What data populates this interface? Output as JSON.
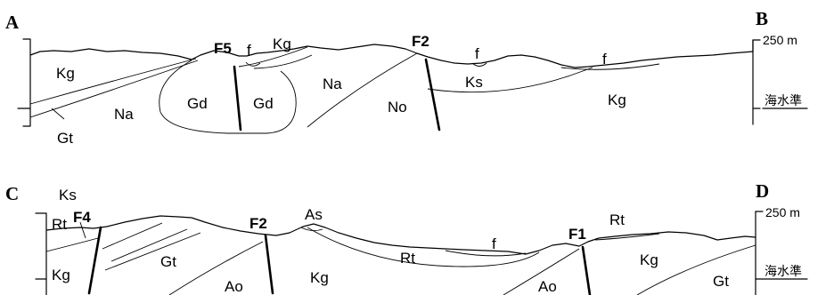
{
  "section_ab": {
    "end_left": "A",
    "end_right": "B",
    "faults": [
      "F5",
      "F2"
    ],
    "units": {
      "kg_left": "Kg",
      "kg_top": "Kg",
      "kg_right": "Kg",
      "na_left": "Na",
      "na_center": "Na",
      "gd_left": "Gd",
      "gd_right": "Gd",
      "no": "No",
      "ks": "Ks",
      "gt": "Gt",
      "f_1": "f",
      "f_2": "f",
      "f_3": "f"
    },
    "scale_label": "250 m",
    "sea_level_label": "海水準"
  },
  "section_cd": {
    "end_left": "C",
    "end_right": "D",
    "faults": [
      "F4",
      "F2",
      "F1"
    ],
    "units": {
      "ks": "Ks",
      "rt_left": "Rt",
      "kg_left": "Kg",
      "gt_center": "Gt",
      "ao_left": "Ao",
      "as": "As",
      "kg_center": "Kg",
      "rt_center": "Rt",
      "f": "f",
      "ao_right": "Ao",
      "rt_right": "Rt",
      "kg_right": "Kg",
      "gt_right": "Gt"
    },
    "scale_label": "250 m",
    "sea_level_label": "海水準"
  }
}
